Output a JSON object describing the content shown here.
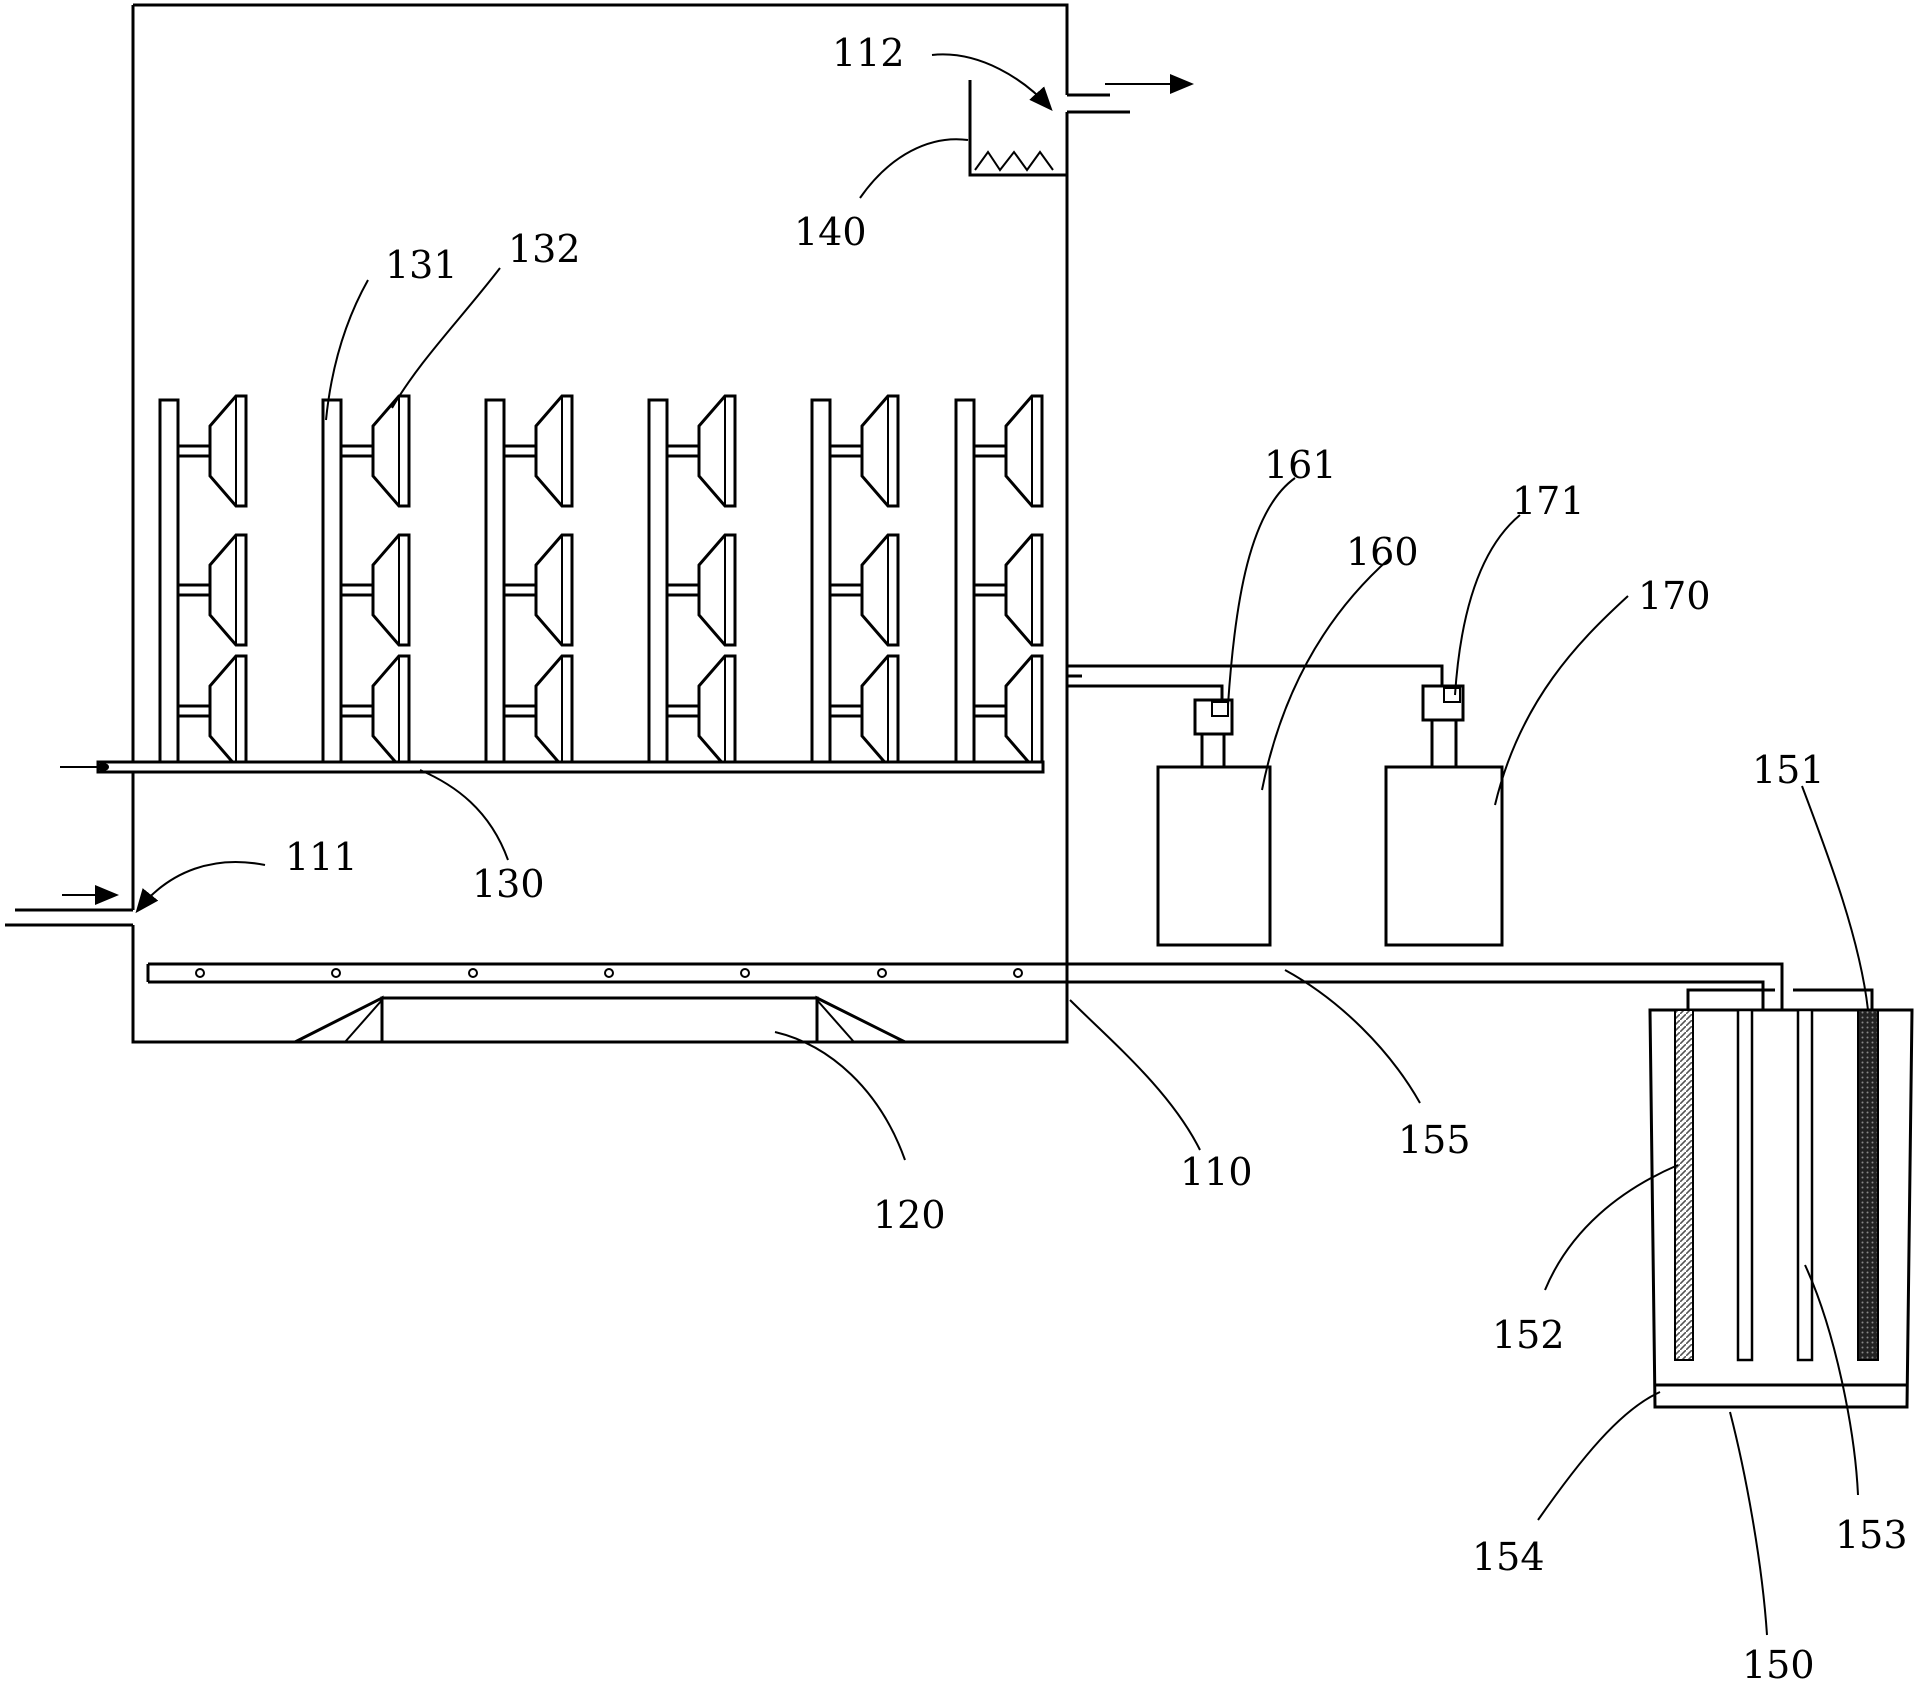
{
  "labels": {
    "l110": "110",
    "l111": "111",
    "l112": "112",
    "l120": "120",
    "l130": "130",
    "l131": "131",
    "l132": "132",
    "l140": "140",
    "l150": "150",
    "l151": "151",
    "l152": "152",
    "l153": "153",
    "l154": "154",
    "l155": "155",
    "l160": "160",
    "l161": "161",
    "l170": "170",
    "l171": "171"
  },
  "colors": {
    "line": "#000000",
    "background": "#ffffff",
    "electrode_light": "#9a9a9a",
    "electrode_dark": "#222222"
  }
}
